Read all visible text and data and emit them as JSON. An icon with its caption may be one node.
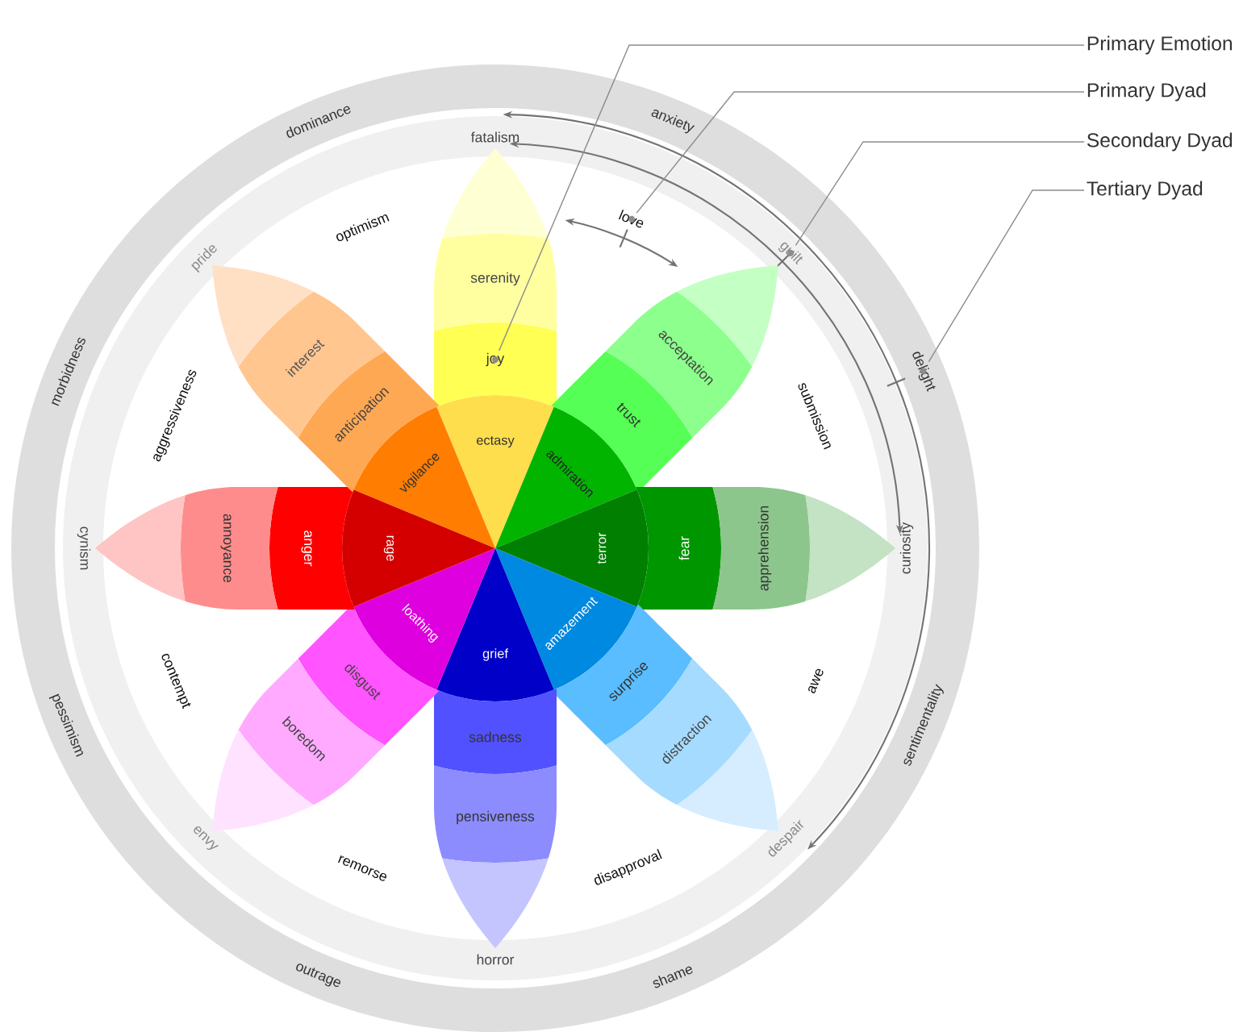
{
  "diagram": {
    "nodes": [
      {
        "text": [
          "Primary Emotion"
        ]
      },
      {
        "text": [
          "Primary Dyad"
        ]
      },
      {
        "text": [
          "Secondary Dyad"
        ]
      },
      {
        "text": [
          "Tertiary Dyad"
        ]
      },
      {
        "text": [
          "ectasy"
        ]
      },
      {
        "text": [
          "joy"
        ]
      },
      {
        "text": [
          "serenity"
        ]
      },
      {
        "text": [],
        "shape": "petal"
      },
      {
        "text": [
          "admiration"
        ]
      },
      {
        "text": [
          "trust"
        ]
      },
      {
        "text": [
          "acceptation"
        ]
      },
      {
        "text": [],
        "shape": "petal"
      },
      {
        "text": [
          "terror"
        ]
      },
      {
        "text": [
          "fear"
        ]
      },
      {
        "text": [
          "apprehension"
        ]
      },
      {
        "text": [],
        "shape": "petal"
      },
      {
        "text": [
          "amazement"
        ]
      },
      {
        "text": [
          "surprise"
        ]
      },
      {
        "text": [
          "distraction"
        ]
      },
      {
        "text": [],
        "shape": "petal"
      },
      {
        "text": [
          "grief"
        ]
      },
      {
        "text": [
          "sadness"
        ]
      },
      {
        "text": [
          "pensiveness"
        ]
      },
      {
        "text": [],
        "shape": "petal"
      },
      {
        "text": [
          "loathing"
        ]
      },
      {
        "text": [
          "disgust"
        ]
      },
      {
        "text": [
          "boredom"
        ]
      },
      {
        "text": [],
        "shape": "petal"
      },
      {
        "text": [
          "rage"
        ]
      },
      {
        "text": [
          "anger"
        ]
      },
      {
        "text": [
          "annoyance"
        ]
      },
      {
        "text": [],
        "shape": "petal"
      },
      {
        "text": [
          "vigilance"
        ]
      },
      {
        "text": [
          "anticipation"
        ]
      },
      {
        "text": [
          "interest"
        ]
      },
      {
        "text": [],
        "shape": "petal"
      },
      {
        "text": [
          "love"
        ]
      },
      {
        "text": [
          "guilt"
        ]
      },
      {
        "text": [
          "delight"
        ]
      }
    ],
    "edges": [
      {
        "from": 0,
        "to": 5,
        "arrow": "none"
      },
      {
        "from": 1,
        "to": 36,
        "arrow": "none"
      },
      {
        "from": 2,
        "to": 37,
        "arrow": "none"
      },
      {
        "from": 3,
        "to": 38,
        "arrow": "none"
      }
    ],
    "labels": [
      "fatalism",
      "anxiety",
      "dominance",
      "optimism",
      "pride",
      "aggressiveness",
      "submission",
      "morbidness",
      "cynism",
      "curiosity",
      "contempt",
      "awe",
      "pessimism",
      "sentimentality",
      "envy",
      "remorse",
      "disapproval",
      "despair",
      "outrage",
      "horror",
      "shame"
    ]
  }
}
